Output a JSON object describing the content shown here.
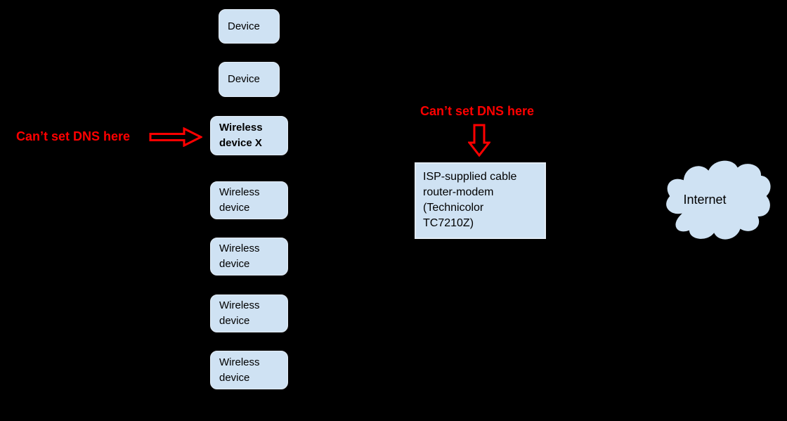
{
  "colors": {
    "background": "#000000",
    "box-fill": "#cfe2f3",
    "box-border": "#e3ecf5",
    "box-text": "#000000",
    "annotation-red": "#ff0000",
    "cloud-outline": "#000000"
  },
  "devices": [
    {
      "label": "Device"
    },
    {
      "label": "Device"
    },
    {
      "label": "Wireless\ndevice X"
    },
    {
      "label": "Wireless\ndevice"
    },
    {
      "label": "Wireless\ndevice"
    },
    {
      "label": "Wireless\ndevice"
    },
    {
      "label": "Wireless\ndevice"
    }
  ],
  "router": {
    "label": "ISP-supplied cable\nrouter-modem\n(Technicolor\nTC7210Z)"
  },
  "internet": {
    "label": "Internet"
  },
  "annotations": {
    "left": {
      "text": "Can’t set DNS here"
    },
    "top": {
      "text": "Can’t set DNS here"
    }
  }
}
